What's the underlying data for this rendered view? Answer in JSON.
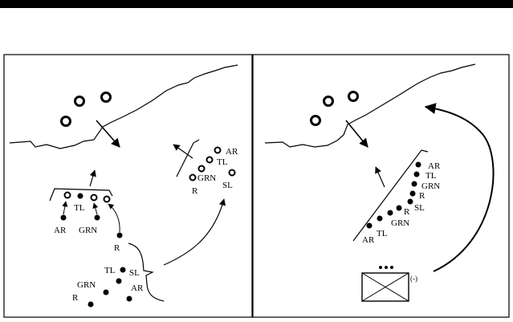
{
  "colors": {
    "ink": "#000000",
    "paper": "#ffffff"
  },
  "labels": {
    "ar": "AR",
    "tl": "TL",
    "grn": "GRN",
    "r": "R",
    "sl": "SL"
  },
  "unit_symbol": {
    "strength_modifier": "(-)"
  }
}
